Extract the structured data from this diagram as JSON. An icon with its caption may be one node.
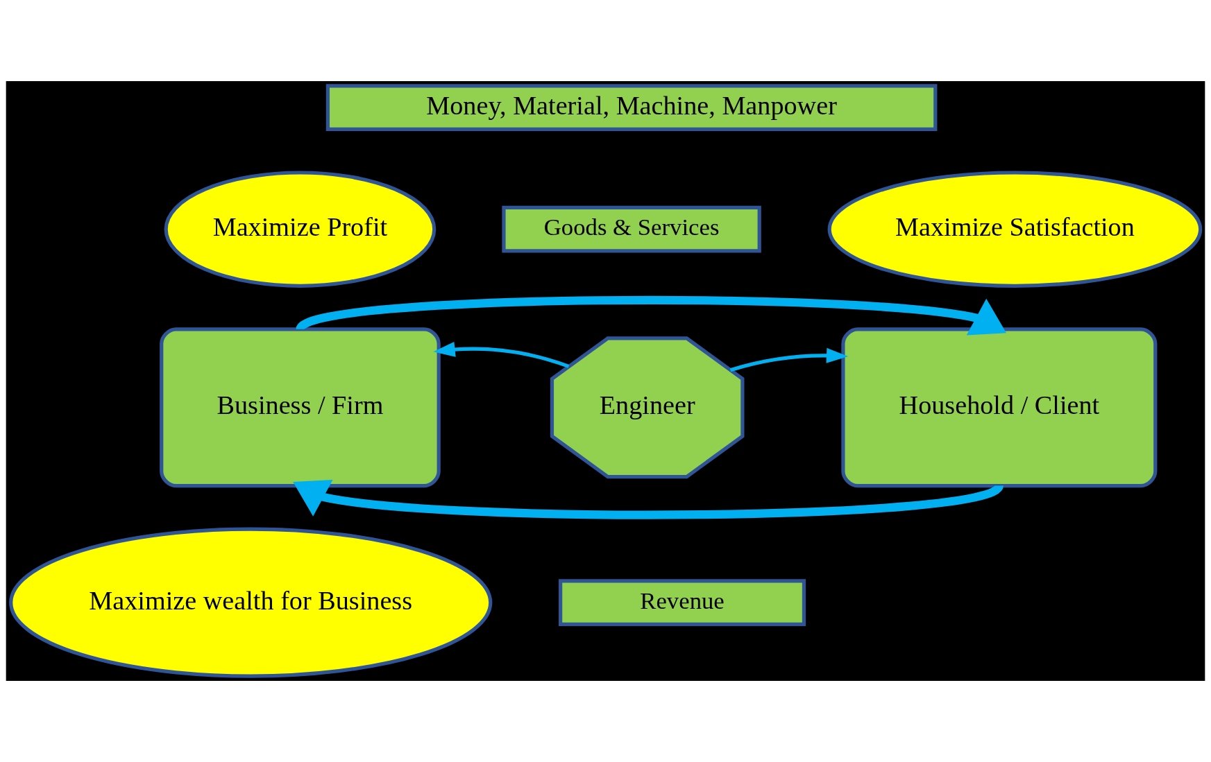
{
  "diagram": {
    "nodes": [
      {
        "text": [
          "Money, Material, Machine, Manpower"
        ]
      },
      {
        "text": [
          "Goods & Services"
        ]
      },
      {
        "text": [
          "Maximize Profit"
        ]
      },
      {
        "text": [
          "Maximize Satisfaction"
        ]
      },
      {
        "text": [
          "Business / Firm"
        ]
      },
      {
        "text": [
          "Engineer"
        ]
      },
      {
        "text": [
          "Household / Client"
        ]
      },
      {
        "text": [
          "Maximize wealth for Business"
        ]
      },
      {
        "text": [
          "Revenue"
        ]
      }
    ],
    "edges": [
      {
        "from": 4,
        "to": 6,
        "arrow": "to",
        "style": "thick"
      },
      {
        "from": 6,
        "to": 4,
        "arrow": "to",
        "style": "thick"
      },
      {
        "from": 5,
        "to": 4,
        "arrow": "to"
      },
      {
        "from": 5,
        "to": 6,
        "arrow": "to"
      }
    ]
  }
}
